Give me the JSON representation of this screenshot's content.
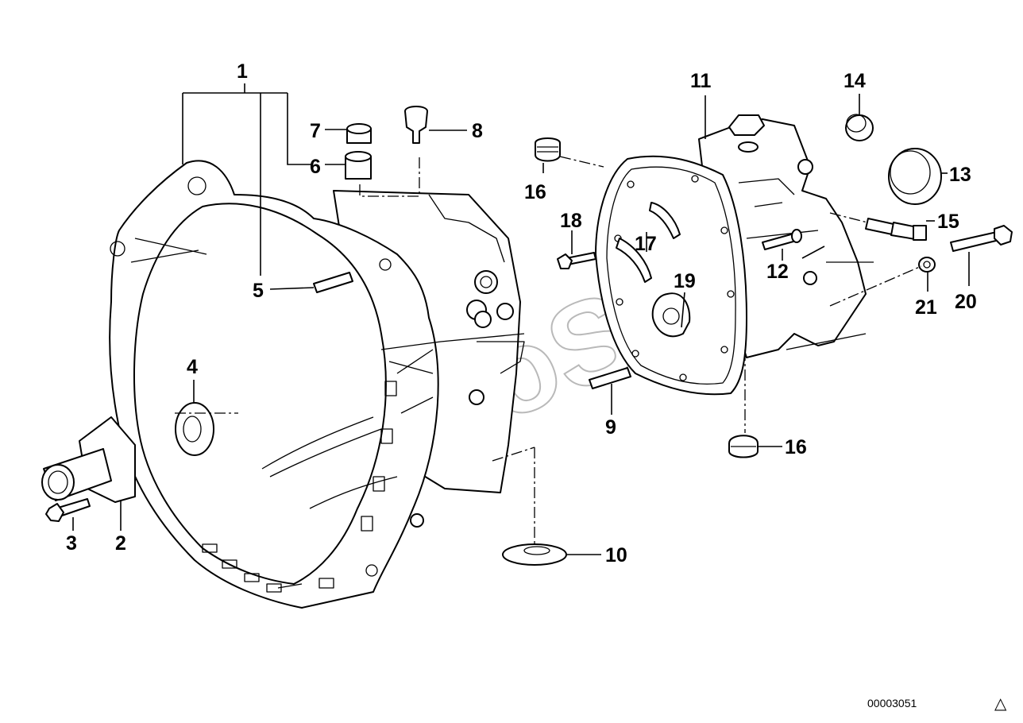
{
  "diagram": {
    "watermark": "AutoSoft",
    "drawing_number": "00003051",
    "corner_mark": "△",
    "callouts": [
      {
        "id": "c1",
        "label": "1"
      },
      {
        "id": "c2",
        "label": "2"
      },
      {
        "id": "c3",
        "label": "3"
      },
      {
        "id": "c4",
        "label": "4"
      },
      {
        "id": "c5",
        "label": "5"
      },
      {
        "id": "c6",
        "label": "6"
      },
      {
        "id": "c7",
        "label": "7"
      },
      {
        "id": "c8",
        "label": "8"
      },
      {
        "id": "c9",
        "label": "9"
      },
      {
        "id": "c10",
        "label": "10"
      },
      {
        "id": "c11",
        "label": "11"
      },
      {
        "id": "c12",
        "label": "12"
      },
      {
        "id": "c13",
        "label": "13"
      },
      {
        "id": "c14",
        "label": "14"
      },
      {
        "id": "c15",
        "label": "15"
      },
      {
        "id": "c16a",
        "label": "16"
      },
      {
        "id": "c16b",
        "label": "16"
      },
      {
        "id": "c17",
        "label": "17"
      },
      {
        "id": "c18",
        "label": "18"
      },
      {
        "id": "c19",
        "label": "19"
      },
      {
        "id": "c20",
        "label": "20"
      },
      {
        "id": "c21",
        "label": "21"
      }
    ]
  }
}
